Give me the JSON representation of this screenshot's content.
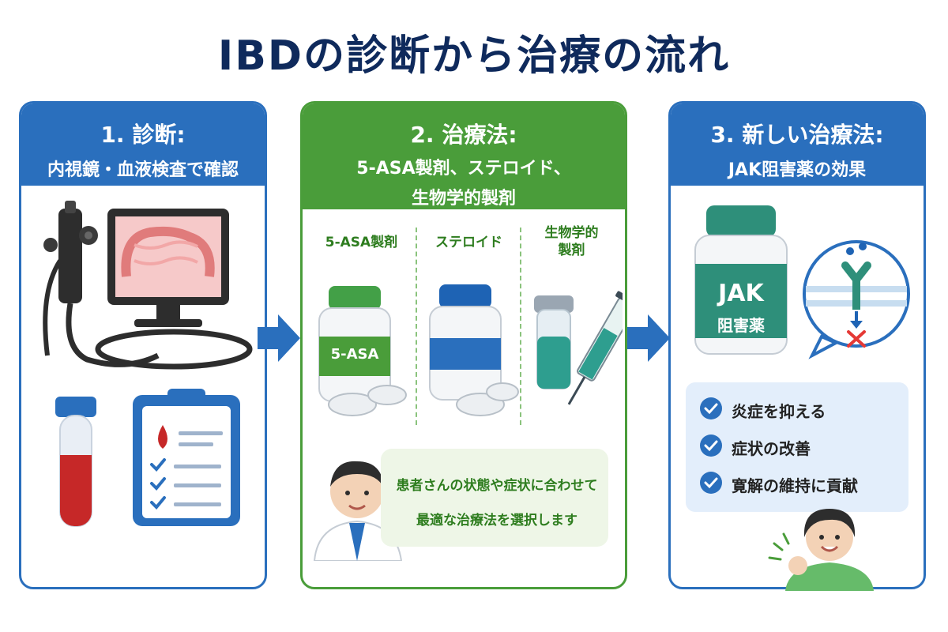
{
  "title": "IBDの診断から治療の流れ",
  "step1": {
    "heading": "1. 診断:",
    "subheading": "内視鏡・血液検査で確認"
  },
  "step2": {
    "heading": "2. 治療法:",
    "subheading_line1": "5-ASA製剤、ステロイド、",
    "subheading_line2": "生物学的製剤",
    "columns": [
      {
        "label_line1": "5-ASA製剤",
        "label_line2": ""
      },
      {
        "label_line1": "ステロイド",
        "label_line2": ""
      },
      {
        "label_line1": "生物学的",
        "label_line2": "製剤"
      }
    ],
    "bottle_label": "5-ASA",
    "note_line1": "患者さんの状態や症状に合わせて",
    "note_line2": "最適な治療法を選択します"
  },
  "step3": {
    "heading": "3. 新しい治療法:",
    "subheading": "JAK阻害薬の効果",
    "bottle_label_line1": "JAK",
    "bottle_label_line2": "阻害薬",
    "effects": [
      "炎症を抑える",
      "症状の改善",
      "寛解の維持に貢献"
    ]
  },
  "colors": {
    "title": "#0f2a5c",
    "blue": "#2a6fbd",
    "green": "#4a9d3a",
    "teal": "#2e8f7a"
  }
}
